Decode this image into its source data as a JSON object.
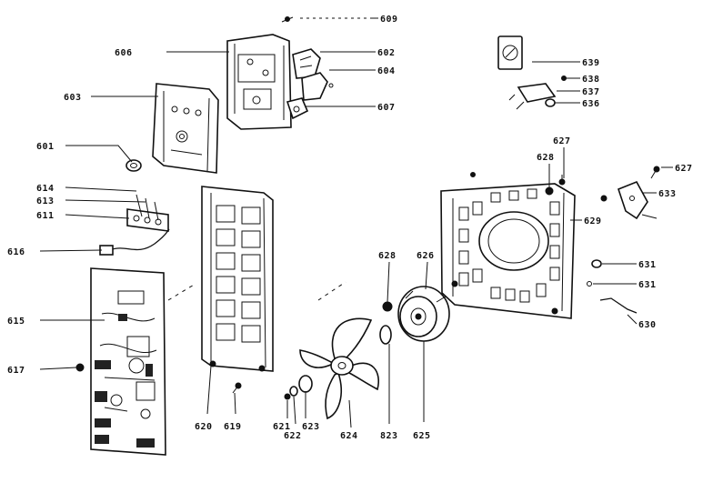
{
  "diagram": {
    "labels": {
      "p601": "601",
      "p602": "602",
      "p603": "603",
      "p604": "604",
      "p606": "606",
      "p607": "607",
      "p609": "609",
      "p611": "611",
      "p613": "613",
      "p614": "614",
      "p615": "615",
      "p616": "616",
      "p617": "617",
      "p619": "619",
      "p620": "620",
      "p621": "621",
      "p622": "622",
      "p623": "623",
      "p624": "624",
      "p625": "625",
      "p626": "626",
      "p627a": "627",
      "p627b": "627",
      "p628a": "628",
      "p628b": "628",
      "p629": "629",
      "p630": "630",
      "p631a": "631",
      "p631b": "631",
      "p633": "633",
      "p636": "636",
      "p637": "637",
      "p638": "638",
      "p639": "639",
      "p823": "823"
    }
  }
}
